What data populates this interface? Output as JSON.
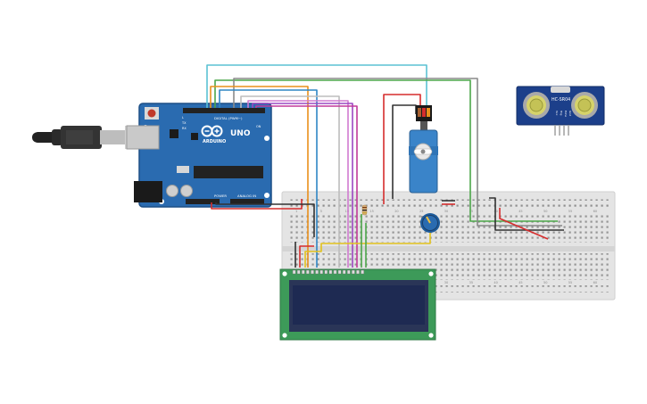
{
  "arduino": {
    "brand": "ARDUINO",
    "model": "UNO",
    "digital_label": "DIGITAL (PWM~)",
    "power_label": "POWER",
    "analog_label": "ANALOG IN",
    "tx_label": "TX",
    "rx_label": "RX",
    "l_label": "L",
    "on_label": "ON"
  },
  "sensor": {
    "model": "HC-SR04",
    "pins": [
      "Vcc",
      "Trig",
      "Echo",
      "Gnd"
    ]
  },
  "lcd": {
    "rows": 2,
    "cols": 16
  },
  "breadboard": {
    "col_numbers": [
      "1",
      "5",
      "10",
      "15",
      "20",
      "25",
      "30",
      "35",
      "40",
      "45",
      "50",
      "55",
      "60"
    ]
  },
  "colors": {
    "arduino_board": "#2a6bb0",
    "arduino_dark": "#1d4f86",
    "breadboard": "#e4e4e4",
    "lcd_pcb": "#3d9a59",
    "lcd_screen": "#1e2a52",
    "servo_body": "#3a84c9",
    "sensor_board": "#1c3f8a",
    "wire_cyan": "#5bc2d4",
    "wire_green": "#4ca64a",
    "wire_orange": "#e9901c",
    "wire_gray": "#8a8a8a",
    "wire_red": "#d62d2d",
    "wire_purple": "#9c47c2",
    "wire_pink": "#c23a9a",
    "wire_yellow": "#e2c21c",
    "wire_black": "#333333",
    "wire_blue": "#2f86c4"
  }
}
